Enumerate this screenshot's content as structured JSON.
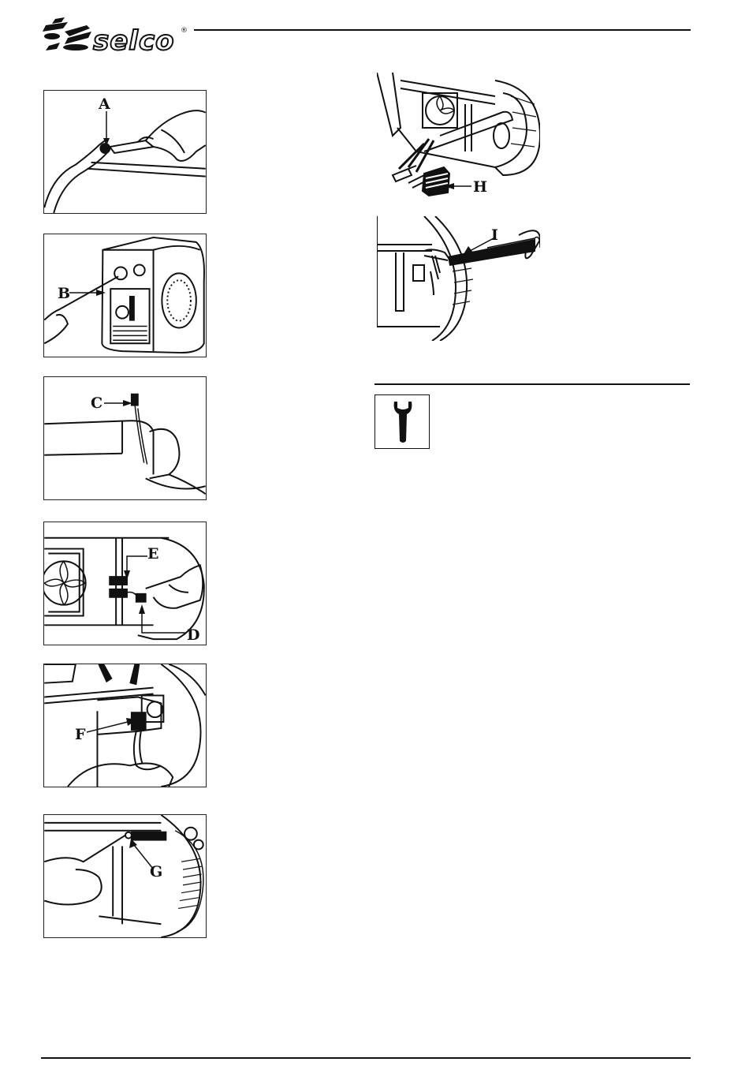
{
  "header": {
    "brand": "selco",
    "registered_mark": "®"
  },
  "figures": [
    {
      "id": "A",
      "label": "A"
    },
    {
      "id": "B",
      "label": "B"
    },
    {
      "id": "C",
      "label": "C"
    },
    {
      "id": "DE",
      "labels": [
        "E",
        "D"
      ]
    },
    {
      "id": "F",
      "label": "F"
    },
    {
      "id": "G",
      "label": "G"
    },
    {
      "id": "H",
      "label": "H"
    },
    {
      "id": "I",
      "label": "I"
    }
  ],
  "labels": {
    "a": "A",
    "b": "B",
    "c": "C",
    "d": "D",
    "e": "E",
    "f": "F",
    "g": "G",
    "h": "H",
    "i": "I"
  },
  "icons": {
    "logo": "selco-logo-icon",
    "maintenance": "wrench-icon"
  }
}
